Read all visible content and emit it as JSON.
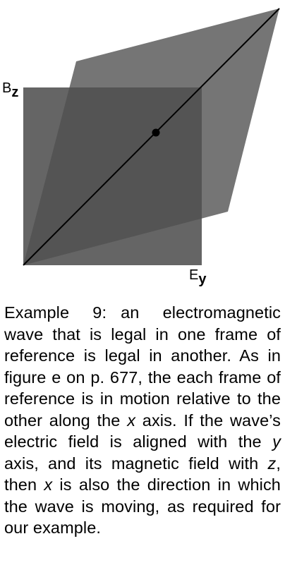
{
  "figure": {
    "label_b": "B",
    "label_b_sub": "z",
    "label_e": "E",
    "label_e_sub": "y",
    "colors": {
      "plane_e": "#757575",
      "plane_b": "#505050",
      "line": "#000000",
      "dot": "#000000"
    }
  },
  "caption": {
    "lead": "Example 9:",
    "part1": "an electromagnetic wave that is legal in one frame of reference is legal in another. As in figure e on p. 677, the each frame of reference is in motion relative to the other along the ",
    "x1": "x",
    "part2": " axis. If the wave’s electric field is aligned with the ",
    "y1": "y",
    "part3": " axis, and its magnetic field with ",
    "z1": "z",
    "part4": ", then ",
    "x2": "x",
    "part5": " is also the direction in which the wave is moving, as required for our example."
  }
}
